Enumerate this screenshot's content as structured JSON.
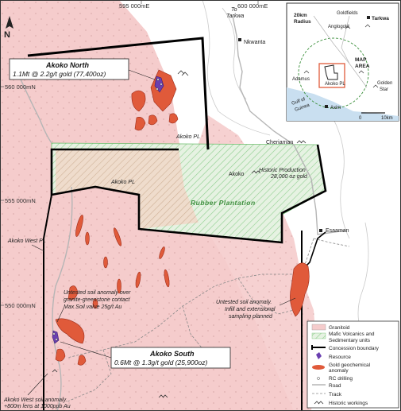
{
  "north_arrow": "N",
  "grid": {
    "eastings": [
      "595 000mE",
      "600 000mE"
    ],
    "northings": [
      "560 000mN",
      "555 000mN",
      "550 000mN"
    ]
  },
  "places": {
    "to_tarkwa_a": "To",
    "to_tarkwa_b": "Tarkwa",
    "nkwanta": "Nkwanta",
    "cheriaman": "Cheriaman",
    "akoko": "Akoko",
    "esaaman": "Esaaman"
  },
  "labels": {
    "akoko_pl_top": "Akoko PL",
    "akoko_pl_mid": "Akoko PL",
    "akoko_west_pl": "Akoko West PL",
    "historic_production_a": "Historic Production",
    "historic_production_b": "28,000 oz gold",
    "rubber_plantation": "Rubber Plantation",
    "untested_west_a": "Untested soil anomaly over",
    "untested_west_b": "granite-greenstone contact",
    "untested_west_c": "Max Soil value 25g/t Au",
    "untested_east_a": "Untested soil anomaly.",
    "untested_east_b": "Infill and extensional",
    "untested_east_c": "sampling planned",
    "akoko_west_soil_a": "Akoko West soil anomaly.",
    "akoko_west_soil_b": "+800m lens at 1000ppb Au"
  },
  "resource_boxes": {
    "north": {
      "title": "Akoko North",
      "body": "1.1Mt @ 2.2g/t gold (77,400oz)"
    },
    "south": {
      "title": "Akoko South",
      "body": "0.6Mt @ 1.3g/t gold (25,900oz)"
    }
  },
  "legend": {
    "items": [
      {
        "label": "Granitoid",
        "icon": "granitoid-swatch"
      },
      {
        "label": "Mafic Volcanics and",
        "icon": "mafic-swatch"
      },
      {
        "label": "Sedimentary units",
        "icon": ""
      },
      {
        "label": "Concession boundary",
        "icon": "concession-boundary-symbol"
      },
      {
        "label": "Resource",
        "icon": "resource-symbol"
      },
      {
        "label": "Gold geochemical",
        "icon": "gold-anomaly-swatch"
      },
      {
        "label": "anomaly",
        "icon": ""
      },
      {
        "label": "RC drilling",
        "icon": "rc-drilling-symbol"
      },
      {
        "label": "Road",
        "icon": "road-line"
      },
      {
        "label": "Track",
        "icon": "track-line"
      },
      {
        "label": "Historic workings",
        "icon": "historic-workings-symbol"
      }
    ]
  },
  "inset": {
    "tarkwa": "Tarkwa",
    "goldfields": "Goldfields",
    "radius_a": "20km",
    "radius_b": "Radius",
    "anglogold": "Anglogold",
    "map_area_a": "MAP",
    "map_area_b": "AREA",
    "adamus": "Adamus",
    "akoko_pl": "Akoko PL",
    "golden_star_a": "Golden",
    "golden_star_b": "Star",
    "gulf_a": "Gulf of",
    "gulf_b": "Guinea",
    "axim": "Axim",
    "scale_0": "0",
    "scale_10": "10km"
  },
  "colors": {
    "granitoid": "#f5cccc",
    "mafic": "#e6f2e2",
    "mafic_hatch": "#8fcf8f",
    "anomaly": "#e05a3a",
    "resource": "#6a3fb0",
    "boundary": "#000000",
    "road": "#b5b5b5",
    "inset_sea": "#c9dff0"
  }
}
